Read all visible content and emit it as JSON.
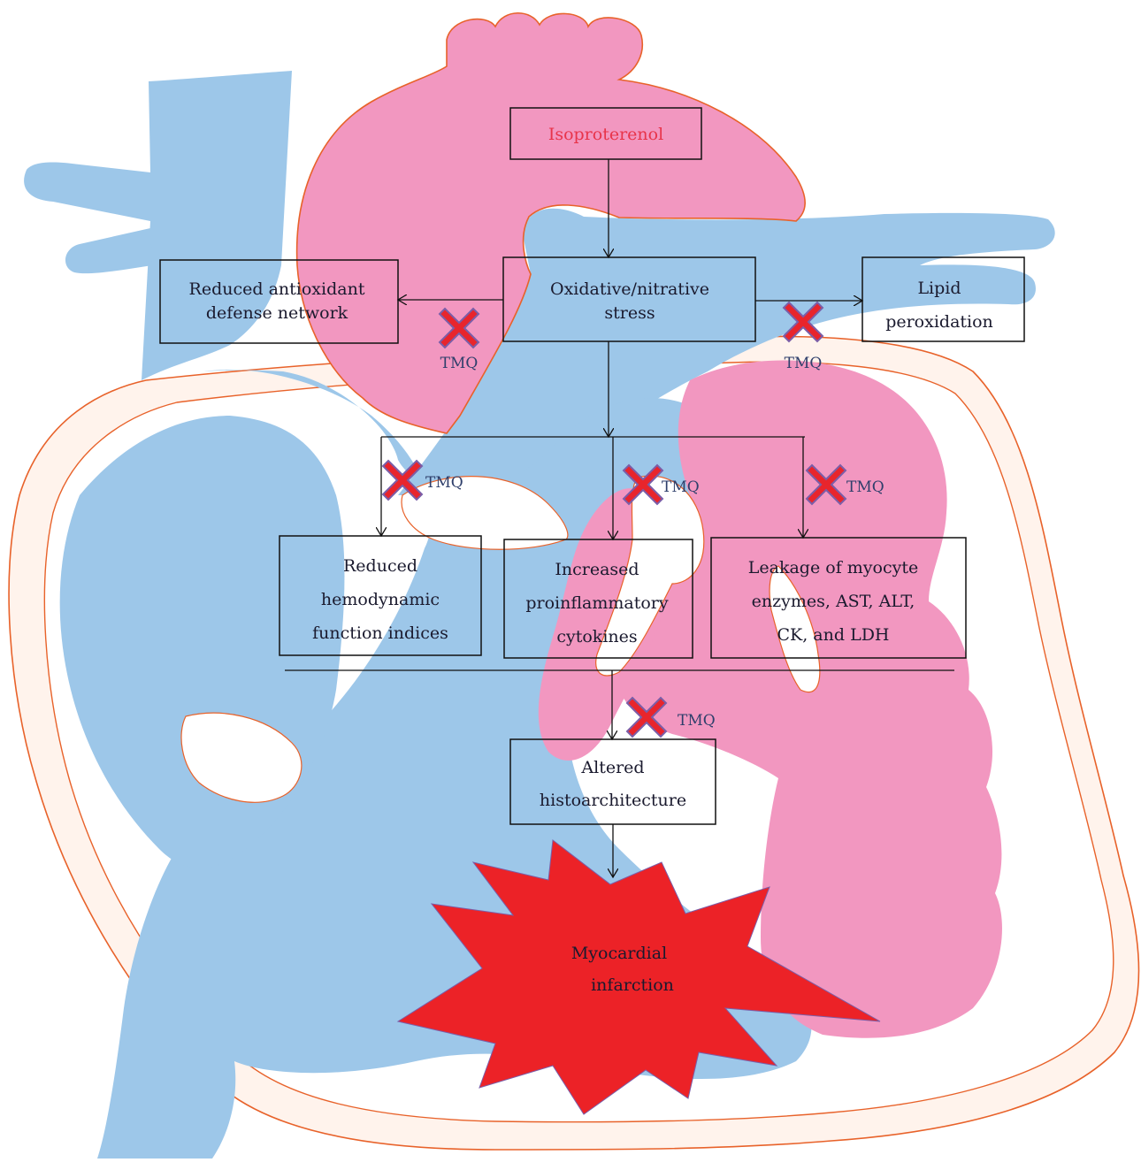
{
  "nodes": {
    "isoproterenol": "Isoproterenol",
    "oxidative": [
      "Oxidative/nitrative",
      "stress"
    ],
    "antioxidant": [
      "Reduced antioxidant",
      "defense network"
    ],
    "lipid": [
      "Lipid",
      "peroxidation"
    ],
    "hemodynamic": [
      "Reduced",
      "hemodynamic",
      "function indices"
    ],
    "cytokines": [
      "Increased",
      "proinflammatory",
      "cytokines"
    ],
    "leakage": [
      "Leakage of myocyte",
      "enzymes, AST, ALT,",
      "CK, and LDH"
    ],
    "histo": [
      "Altered",
      "histoarchitecture"
    ],
    "infarction": [
      "Myocardial",
      "infarction"
    ]
  },
  "inhibitor_label": "TMQ",
  "colors": {
    "blue": "#9dc7e9",
    "pink": "#f297c0",
    "outline": "#e8622a",
    "wall": "#fff3ec",
    "cross": "#e8252c",
    "cross_outline": "#7b5ea8",
    "star": "#ec2227",
    "label": "#1a1a2e",
    "label_red": "#e8344a",
    "tmq": "#2f3f6b"
  }
}
